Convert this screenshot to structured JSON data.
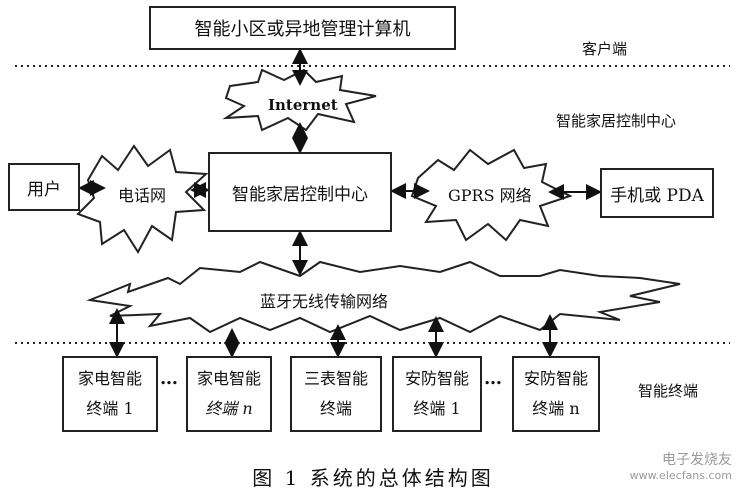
{
  "top_box": "智能小区或异地管理计算机",
  "zone_labels": {
    "client": "客户端",
    "control": "智能家居控制中心",
    "terminal": "智能终端"
  },
  "clouds": {
    "internet": "Internet",
    "phone_net": "电话网",
    "gprs": "GPRS 网络",
    "bluetooth": "蓝牙无线传输网络"
  },
  "boxes": {
    "user": "用户",
    "center": "智能家居控制中心",
    "mobile": "手机或 PDA"
  },
  "terminals": [
    {
      "line1": "家电智能",
      "line2": "终端 1"
    },
    {
      "line1": "家电智能",
      "line2": "终端 n"
    },
    {
      "line1": "三表智能",
      "line2": "终端"
    },
    {
      "line1": "安防智能",
      "line2": "终端 1"
    },
    {
      "line1": "安防智能",
      "line2": "终端 n"
    }
  ],
  "ellipsis": "…",
  "caption": "图 1   系统的总体结构图",
  "watermark": {
    "brand": "电子发烧友",
    "url": "www.elecfans.com"
  }
}
